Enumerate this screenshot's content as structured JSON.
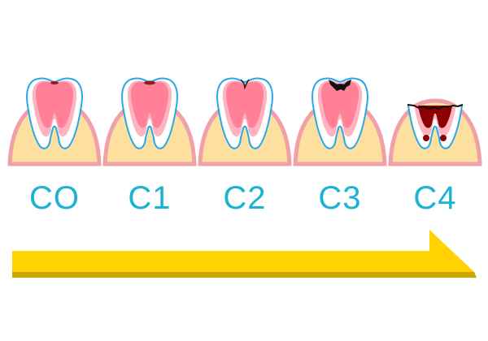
{
  "stages": [
    {
      "label": "CO"
    },
    {
      "label": "C1"
    },
    {
      "label": "C2"
    },
    {
      "label": "C3"
    },
    {
      "label": "C4"
    }
  ],
  "colors": {
    "label": "#1ab3d3",
    "arrow": "#ffd200",
    "arrow_shadow": "#c9a600",
    "gum": "#fde0a0",
    "gum_edge": "#f2a0a8",
    "enamel_outline": "#29a8e8",
    "dentin": "#ffb3c0",
    "pulp": "#ff8097",
    "decay": "#8b0000"
  },
  "icons": [
    "tooth-stage-co",
    "tooth-stage-c1",
    "tooth-stage-c2",
    "tooth-stage-c3",
    "tooth-stage-c4",
    "progression-arrow"
  ]
}
